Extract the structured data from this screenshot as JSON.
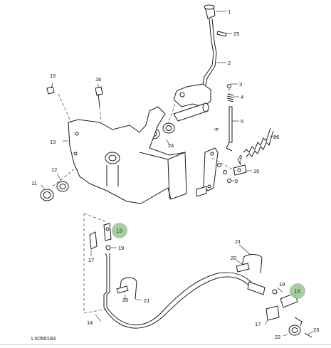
{
  "diagram_code": "LX050183",
  "callouts": {
    "c1": "1",
    "c2": "2",
    "c3": "3",
    "c4": "4",
    "c5": "5",
    "c7": "7",
    "c8": "8",
    "c9": "9",
    "c10": "10",
    "c11": "11",
    "c12": "12",
    "c13": "13",
    "c14": "14",
    "c15": "15",
    "c16": "16",
    "c17a": "17",
    "c17b": "17",
    "c18a": "18",
    "c18b": "18",
    "c19a": "19",
    "c19b": "19",
    "c20a": "20",
    "c20b": "20",
    "c21a": "21",
    "c21b": "21",
    "c22": "22",
    "c23": "23",
    "c24": "24",
    "c25": "25",
    "c26": "26"
  },
  "highlight_color": "#9dc89a"
}
